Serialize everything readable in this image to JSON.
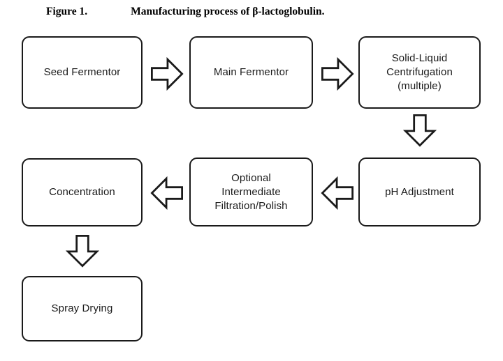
{
  "figure": {
    "caption_label": "Figure 1.",
    "caption_text": "Manufacturing process of β-lactoglobulin."
  },
  "colors": {
    "background": "#ffffff",
    "box_fill": "#ffffff",
    "box_stroke": "#1a1a1a",
    "text": "#1a1a1a",
    "arrow_fill": "#ffffff",
    "arrow_stroke": "#1a1a1a"
  },
  "diagram": {
    "type": "flowchart",
    "orientation": "serpentine-left-to-right-then-right-to-left",
    "nodes": [
      {
        "id": "seed-fermentor",
        "label": "Seed Fermentor",
        "row": 1,
        "col": 1
      },
      {
        "id": "main-fermentor",
        "label": "Main Fermentor",
        "row": 1,
        "col": 2
      },
      {
        "id": "solid-liquid-centrifugation",
        "label": "Solid-Liquid\nCentrifugation\n(multiple)",
        "row": 1,
        "col": 3
      },
      {
        "id": "ph-adjustment",
        "label": "pH Adjustment",
        "row": 2,
        "col": 3
      },
      {
        "id": "optional-filtration",
        "label": "Optional\nIntermediate\nFiltration/Polish",
        "row": 2,
        "col": 2
      },
      {
        "id": "concentration",
        "label": "Concentration",
        "row": 2,
        "col": 1
      },
      {
        "id": "spray-drying",
        "label": "Spray Drying",
        "row": 3,
        "col": 1
      }
    ],
    "connectors": [
      {
        "id": "arrow-seed-to-main",
        "from": "seed-fermentor",
        "to": "main-fermentor",
        "direction": "right"
      },
      {
        "id": "arrow-main-to-centrifugation",
        "from": "main-fermentor",
        "to": "solid-liquid-centrifugation",
        "direction": "right"
      },
      {
        "id": "arrow-centrifugation-to-ph",
        "from": "solid-liquid-centrifugation",
        "to": "ph-adjustment",
        "direction": "down"
      },
      {
        "id": "arrow-ph-to-filtration",
        "from": "ph-adjustment",
        "to": "optional-filtration",
        "direction": "left"
      },
      {
        "id": "arrow-filtration-to-concentration",
        "from": "optional-filtration",
        "to": "concentration",
        "direction": "left"
      },
      {
        "id": "arrow-concentration-to-spray",
        "from": "concentration",
        "to": "spray-drying",
        "direction": "down"
      }
    ]
  }
}
